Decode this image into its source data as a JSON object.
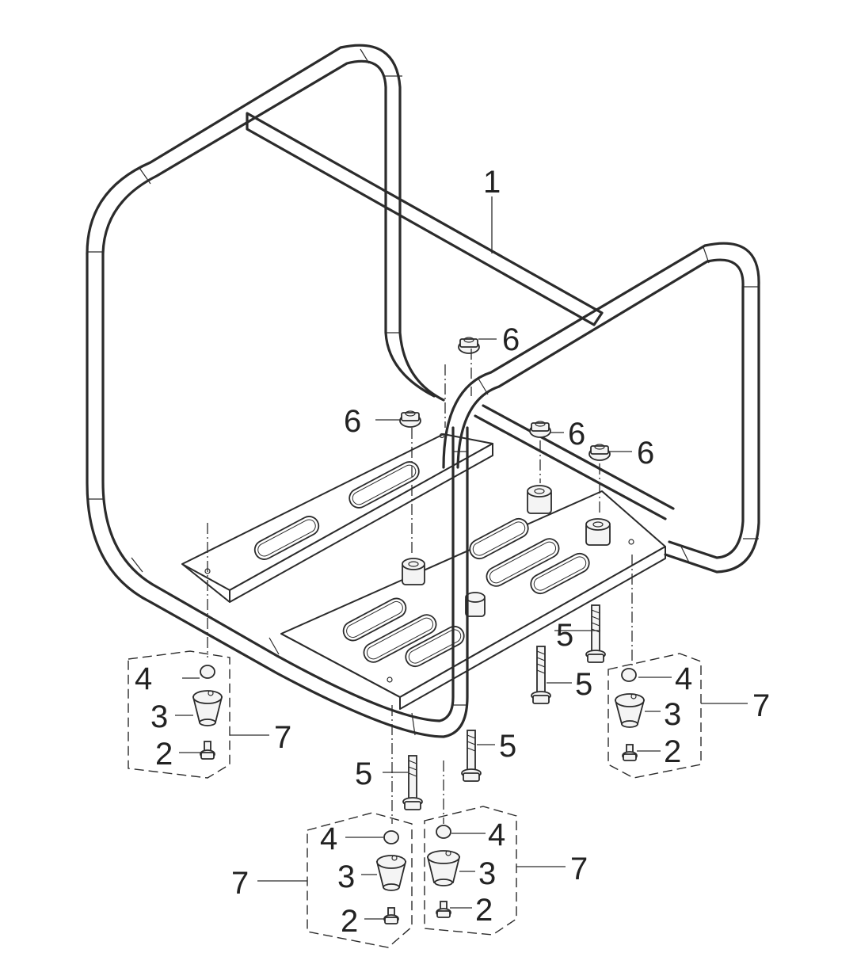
{
  "figure": {
    "callouts": [
      {
        "id": "c1",
        "label": "1"
      },
      {
        "id": "c6a",
        "label": "6"
      },
      {
        "id": "c6b",
        "label": "6"
      },
      {
        "id": "c6c",
        "label": "6"
      },
      {
        "id": "c6d",
        "label": "6"
      },
      {
        "id": "c5a",
        "label": "5"
      },
      {
        "id": "c5b",
        "label": "5"
      },
      {
        "id": "c5c",
        "label": "5"
      },
      {
        "id": "c5d",
        "label": "5"
      },
      {
        "id": "c4a",
        "label": "4"
      },
      {
        "id": "c3a",
        "label": "3"
      },
      {
        "id": "c2a",
        "label": "2"
      },
      {
        "id": "c7a",
        "label": "7"
      },
      {
        "id": "c4b",
        "label": "4"
      },
      {
        "id": "c3b",
        "label": "3"
      },
      {
        "id": "c2b",
        "label": "2"
      },
      {
        "id": "c7b",
        "label": "7"
      },
      {
        "id": "c4c",
        "label": "4"
      },
      {
        "id": "c3c",
        "label": "3"
      },
      {
        "id": "c2c",
        "label": "2"
      },
      {
        "id": "c7c",
        "label": "7"
      },
      {
        "id": "c4d",
        "label": "4"
      },
      {
        "id": "c3d",
        "label": "3"
      },
      {
        "id": "c2d",
        "label": "2"
      },
      {
        "id": "c7d",
        "label": "7"
      }
    ]
  }
}
